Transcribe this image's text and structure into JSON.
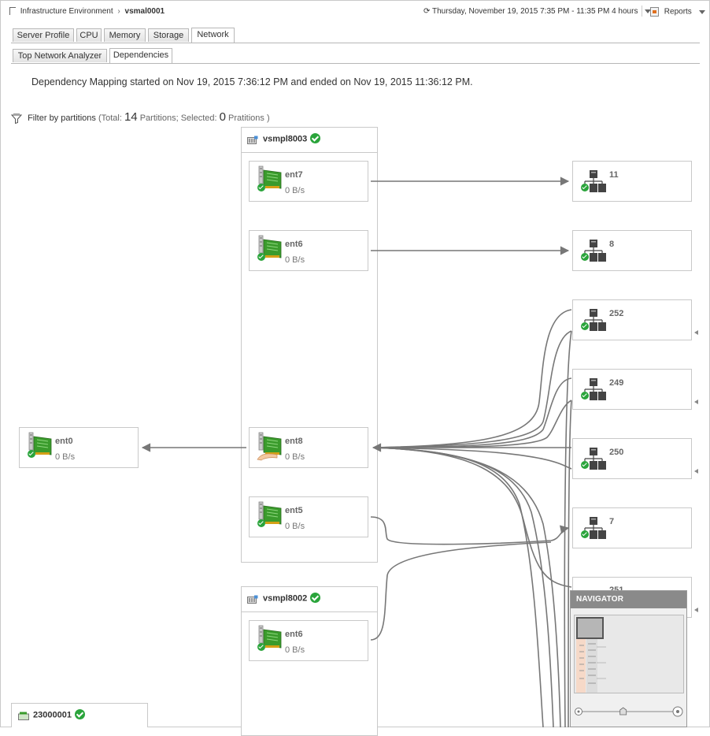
{
  "breadcrumb": {
    "root": "Infrastructure Environment",
    "current": "vsmal0001"
  },
  "time_range": {
    "text": "Thursday, November 19, 2015 7:35 PM - 11:35 PM",
    "duration": "4 hours"
  },
  "reports": {
    "label": "Reports"
  },
  "main_tabs": [
    "Server Profile",
    "CPU",
    "Memory",
    "Storage",
    "Network"
  ],
  "main_tab_active": "Network",
  "sub_tabs": [
    "Top Network Analyzer",
    "Dependencies"
  ],
  "sub_tab_active": "Dependencies",
  "mapping_info": "Dependency Mapping started on Nov 19, 2015 7:36:12 PM and ended on Nov 19, 2015 11:36:12 PM.",
  "filter": {
    "label": "Filter by partitions",
    "total_label": "Total:",
    "total_value": "14",
    "partitions_label": "Partitions;",
    "selected_label": "Selected:",
    "selected_value": "0",
    "selected_suffix": "Pratitions"
  },
  "partitions": [
    {
      "name": "vsmpl8003",
      "status": "ok",
      "adapters": [
        {
          "name": "ent7",
          "rate": "0 B/s"
        },
        {
          "name": "ent6",
          "rate": "0 B/s"
        },
        {
          "name": "ent8",
          "rate": "0 B/s"
        },
        {
          "name": "ent5",
          "rate": "0 B/s"
        }
      ]
    },
    {
      "name": "vsmpl8002",
      "status": "ok",
      "adapters": [
        {
          "name": "ent6",
          "rate": "0 B/s"
        }
      ]
    }
  ],
  "left_adapter": {
    "name": "ent0",
    "rate": "0 B/s"
  },
  "networks": [
    "11",
    "8",
    "252",
    "249",
    "250",
    "7",
    "251"
  ],
  "bottom_node": {
    "name": "23000001",
    "status": "ok"
  },
  "navigator": {
    "title": "NAVIGATOR",
    "zoom": 0.45
  },
  "colors": {
    "link": "#777777",
    "status_ok": "#2aa43b",
    "nic_green": "#3a9b2c"
  }
}
